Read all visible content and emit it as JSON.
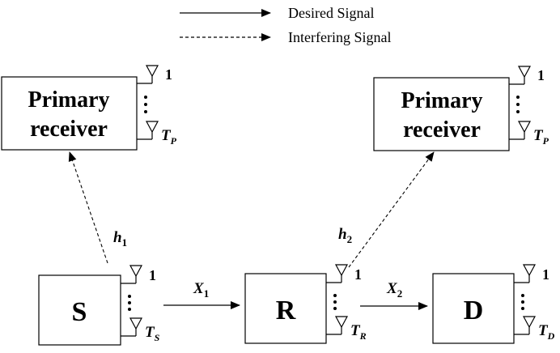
{
  "legend": {
    "desired": "Desired Signal",
    "interfering": "Interfering Signal"
  },
  "primary_receiver_left": {
    "line1": "Primary",
    "line2": "receiver",
    "antenna_top": "1",
    "antenna_bottom_symbol": "T",
    "antenna_bottom_sub": "P"
  },
  "primary_receiver_right": {
    "line1": "Primary",
    "line2": "receiver",
    "antenna_top": "1",
    "antenna_bottom_symbol": "T",
    "antenna_bottom_sub": "P"
  },
  "node_s": {
    "label": "S",
    "antenna_top": "1",
    "antenna_bottom_symbol": "T",
    "antenna_bottom_sub": "S"
  },
  "node_r": {
    "label": "R",
    "antenna_top": "1",
    "antenna_bottom_symbol": "T",
    "antenna_bottom_sub": "R"
  },
  "node_d": {
    "label": "D",
    "antenna_top": "1",
    "antenna_bottom_symbol": "T",
    "antenna_bottom_sub": "D"
  },
  "links": {
    "h1": {
      "symbol": "h",
      "sub": "1"
    },
    "h2": {
      "symbol": "h",
      "sub": "2"
    },
    "x1": {
      "symbol": "X",
      "sub": "1"
    },
    "x2": {
      "symbol": "X",
      "sub": "2"
    }
  }
}
